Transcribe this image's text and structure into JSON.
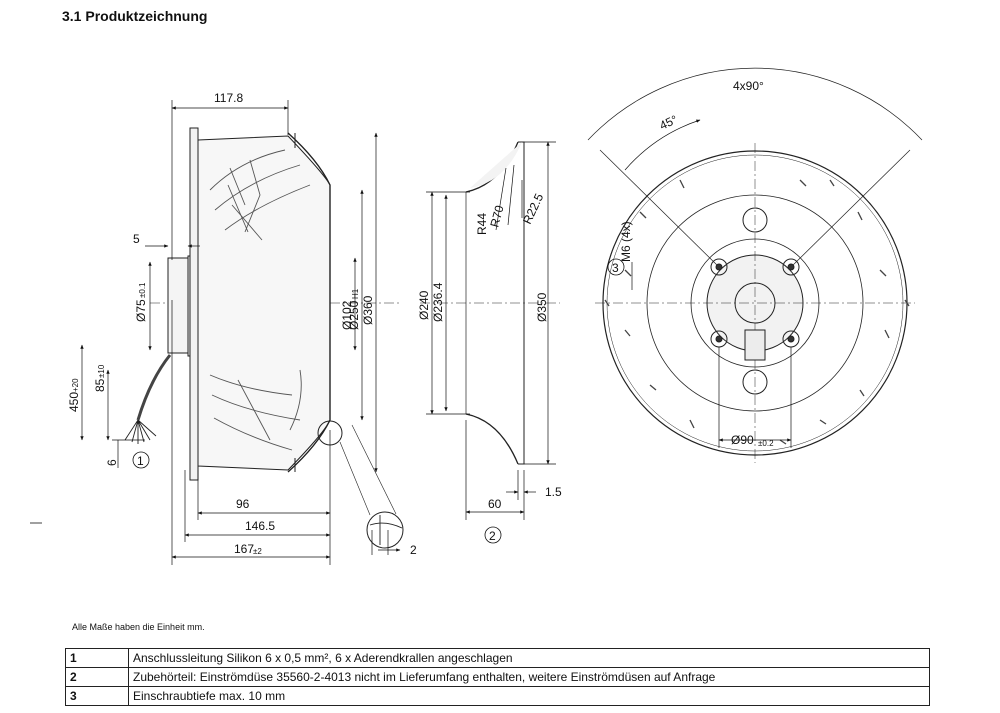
{
  "header": {
    "title": "3.1 Produktzeichnung"
  },
  "drawing": {
    "side_view": {
      "dims": {
        "d_117_8": "117.8",
        "d_5": "5",
        "d_75": "Ø75",
        "d_75_tol": "±0.1",
        "d_450": "450",
        "d_450_tol": "+20",
        "d_85": "85",
        "d_85_tol": "±10",
        "d_6": "6",
        "d_102": "Ø102",
        "d_250": "Ø250",
        "d_250_tol": "H1",
        "d_360": "Ø360",
        "d_96": "96",
        "d_146_5": "146.5",
        "d_167": "167",
        "d_167_tol": "±2",
        "d_2": "2"
      },
      "callout": "1"
    },
    "nozzle_view": {
      "dims": {
        "r44": "R44",
        "r70": "R70",
        "r22_5": "R22.5",
        "d_240": "Ø240",
        "d_236_4": "Ø236.4",
        "d_350": "Ø350",
        "d_60": "60",
        "d_1_5": "1.5"
      },
      "callout": "2"
    },
    "front_view": {
      "dims": {
        "pattern": "4x90°",
        "angle": "45°",
        "thread": "M6 (4x)",
        "d_90": "Ø90",
        "d_90_tol": "±0.2"
      },
      "callout": "3"
    }
  },
  "note": "Alle Maße haben die Einheit mm.",
  "notes_table": [
    {
      "num": "1",
      "text": "Anschlussleitung Silikon 6 x 0,5 mm², 6 x Aderendkrallen angeschlagen"
    },
    {
      "num": "2",
      "text": "Zubehörteil: Einströmdüse 35560-2-4013 nicht im Lieferumfang enthalten, weitere Einströmdüsen auf Anfrage"
    },
    {
      "num": "3",
      "text": "Einschraubtiefe max. 10 mm"
    }
  ]
}
